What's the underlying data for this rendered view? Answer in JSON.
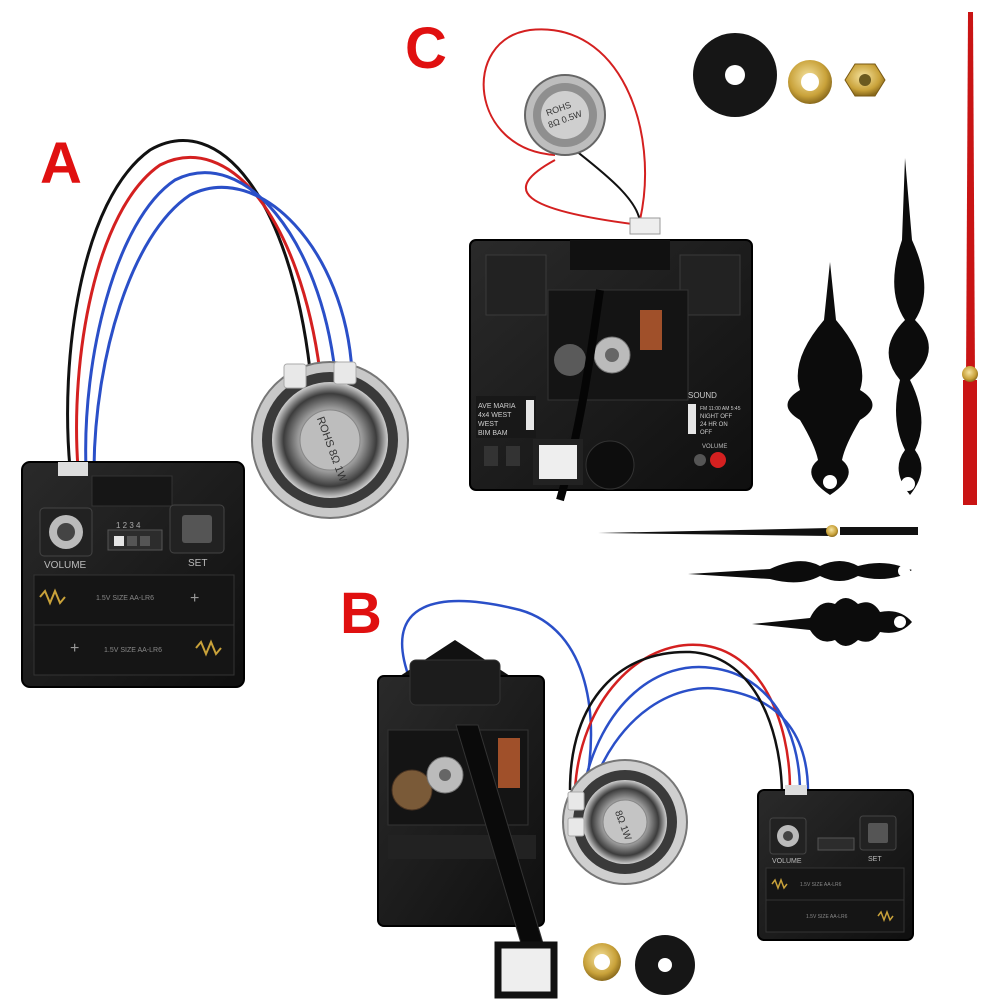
{
  "labels": {
    "a": "A",
    "b": "B",
    "c": "C"
  },
  "kit_a": {
    "volume": "VOLUME",
    "set": "SET",
    "switch_numbers": "1 2 3 4",
    "battery_1": "1.5V SIZE AA-LR6",
    "battery_2": "1.5V SIZE AA-LR6",
    "speaker": "ROHS 8Ω 1W"
  },
  "kit_b": {
    "volume": "VOLUME",
    "set": "SET",
    "battery_1": "1.5V SIZE AA-LR6",
    "battery_2": "1.5V SIZE AA-LR6",
    "speaker": "8Ω 1W"
  },
  "kit_c": {
    "speaker_line1": "ROHS",
    "speaker_line2": "8Ω 0.5W",
    "melody_options": [
      "AVE MARIA",
      "4x4 WEST",
      "WEST",
      "BIM BAM"
    ],
    "sound_label": "SOUND",
    "sound_options": [
      "FM 11:00 AM 5:45",
      "NIGHT OFF",
      "24 HR ON",
      "OFF"
    ],
    "volume": "VOLUME"
  },
  "colors": {
    "label_red": "#e01010",
    "housing": "#1b1b1b",
    "wire_red": "#d42020",
    "wire_blue": "#2a4fc8",
    "wire_black": "#111111",
    "brass": "#c9a23a"
  }
}
